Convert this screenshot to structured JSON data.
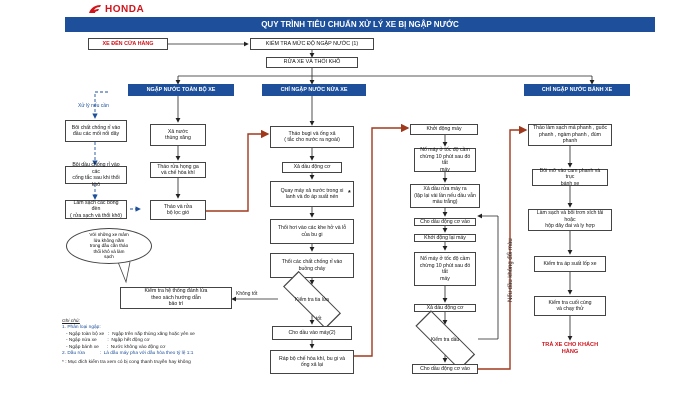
{
  "logo": {
    "wing_icon": "honda-wing-icon",
    "text": "HONDA",
    "color": "#d0141c"
  },
  "title": "QUY TRÌNH TIÊU CHUẨN XỬ LÝ XE BỊ NGẬP NƯỚC",
  "colors": {
    "header_blue": "#1d4f9a",
    "accent_red": "#d0141c",
    "arrow_brown": "#a0391c"
  },
  "top": {
    "start": "XE ĐẾN CỬA HÀNG",
    "check_level": "KIỂM TRA MỨC ĐỘ NGẬP NƯỚC (1)",
    "wash": "RỬA XE VÀ THỔI KHÔ"
  },
  "headers": {
    "full": "NGẬP NƯỚC TOÀN BỘ XE",
    "half": "CHỈ NGẬP NƯỚC NỬA XE",
    "wheel": "CHỈ NGẬP NƯỚC BÁNH XE"
  },
  "col1": {
    "note_if_needed": "Xử lý nếu cần",
    "side_boxes": [
      "Bôi chất chống rỉ vào\nđầu các mối nối dây",
      "Bôi dầu chống rỉ vào các\ncổng tắc sau khi thổi khô",
      "Làm sạch các bóng đèn\n( rửa sạch và thổi khô)"
    ],
    "boxes": [
      "Xả nước\nthùng xăng",
      "Tháo rửa họng ga\nvà chế hòa khí",
      "Tháo và rửa\nbộ lọc gió"
    ],
    "bubble": "Với những xe mâm\nlửa không nằm\ntrong dầu cần tháo\nthổi khô và làm\nsạch",
    "check_wiring": "Kiểm tra hệ thống đánh lửa\ntheo sách hướng dẫn\nbảo trì",
    "not_good": "Không tốt"
  },
  "col2": {
    "boxes": [
      "Tháo bugi và ống xả\n( tắc cho nước ra ngoài)",
      "Xả dầu động cơ",
      "Quay máy xả nước trong xi\nlanh và đo áp suất nén",
      "Thổi hơi vào các khe hở và lỗ\ncủa bu gi",
      "Thổi các chất chống rỉ vào\nbuồng cháy"
    ],
    "star": "*",
    "check_fire": "Kiểm tra tia lửa",
    "good": "tốt",
    "oil_in": "Cho dầu vào máy(2)",
    "reassemble": "Ráp bộ chế hòa khí, bu gi và\nống xả lại"
  },
  "col3": {
    "boxes": [
      "Khởi động máy",
      "Nổ máy ở tốc độ cầm\nchừng 10 phút sau đó tắt\nmáy",
      "Xả dầu rửa máy ra\n(lặp lại vài lần nếu dầu vẫn\nmàu trắng)",
      "Cho dầu động cơ vào",
      "Khởi động lại máy",
      "Nổ máy ở tốc độ cầm\nchừng 10 phút sau đó tắt\nmáy",
      "Xả dầu động cơ"
    ],
    "check_oil": "Kiểm tra dầu",
    "oil_in_final": "Cho dầu động cơ vào",
    "side_note": "Nếu dầu không đổi màu"
  },
  "col4": {
    "boxes": [
      "Tháo làm sạch má phanh , guốc\nphanh , ngàm phanh , đùm phanh",
      "Bôi mỡ vào cam phanh và trục\nbánh xe",
      "Làm sạch và bôi trơn xích tải hoặc\nhộp dây đai và ly hợp",
      "Kiểm tra áp suất lốp xe",
      "Kiểm tra cuối cùng\nvà chạy thử"
    ],
    "final": "TRẢ XE CHO KHÁCH\nHÀNG"
  },
  "notes": {
    "title": "Ghi chú:",
    "lines": [
      "1. Phân loại ngập:",
      "- Ngập toàn bộ xe   :  Ngập trên nắp thùng xăng hoặc yên xe",
      "- Ngập nửa xe        :  Ngập hết động cơ",
      "- Ngập bánh xe      :  Nước không vào động cơ",
      "2. Dầu rửa           :  Là dầu máy pha với dầu hỏa theo tỷ lệ 1:1"
    ],
    "star_note": "* : Mục đích kiểm tra xem có bị cong thanh truyền hay không"
  }
}
